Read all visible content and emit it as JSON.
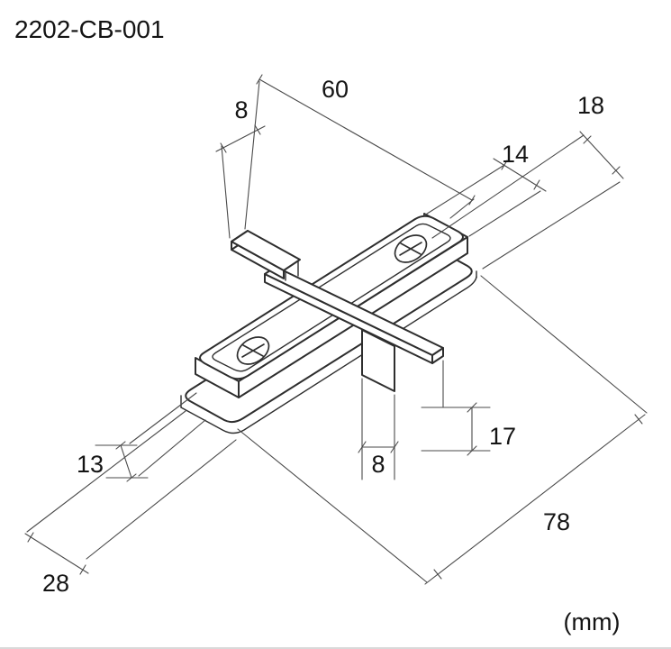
{
  "title": "2202-CB-001",
  "units_label": "(mm)",
  "dimensions": {
    "d60": "60",
    "d8_top": "8",
    "d18": "18",
    "d14": "14",
    "d13": "13",
    "d8_bottom": "8",
    "d17": "17",
    "d78": "78",
    "d28": "28"
  },
  "colors": {
    "part_line": "#2e2e2e",
    "dimension_line": "#4a4a4a",
    "label_text": "#141414",
    "background": "#ffffff"
  }
}
